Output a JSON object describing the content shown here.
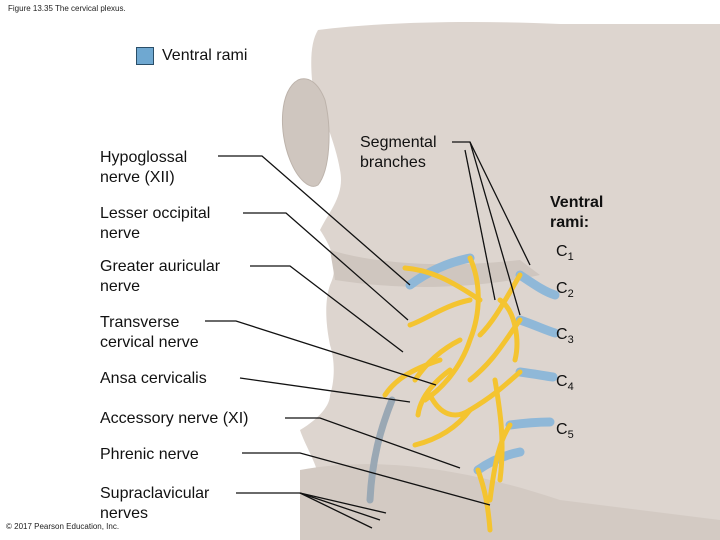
{
  "figure": {
    "caption": "Figure 13.35 The cervical plexus.",
    "copyright": "© 2017 Pearson Education, Inc."
  },
  "legend": {
    "label": "Ventral rami",
    "color": "#6fa8d1"
  },
  "colors": {
    "skin": "#ddd5cf",
    "skin_shadow": "#cfc6bf",
    "nerve": "#f4c430",
    "nerve_edge": "#d9a514",
    "ramus": "#8fb8d8",
    "leader": "#111111"
  },
  "labels_left": {
    "hypoglossal": [
      "Hypoglossal",
      "nerve (XII)"
    ],
    "lesser_occipital": [
      "Lesser occipital",
      "nerve"
    ],
    "greater_auricular": [
      "Greater auricular",
      "nerve"
    ],
    "transverse_cervical": [
      "Transverse",
      "cervical nerve"
    ],
    "ansa_cervicalis": [
      "Ansa cervicalis"
    ],
    "accessory": [
      "Accessory nerve (XI)"
    ],
    "phrenic": [
      "Phrenic nerve"
    ],
    "supraclavicular": [
      "Supraclavicular",
      "nerves"
    ]
  },
  "segmental": [
    "Segmental",
    "branches"
  ],
  "ventral_rami_heading": [
    "Ventral",
    "rami:"
  ],
  "cervical": [
    {
      "letter": "C",
      "number": "1"
    },
    {
      "letter": "C",
      "number": "2"
    },
    {
      "letter": "C",
      "number": "3"
    },
    {
      "letter": "C",
      "number": "4"
    },
    {
      "letter": "C",
      "number": "5"
    }
  ]
}
